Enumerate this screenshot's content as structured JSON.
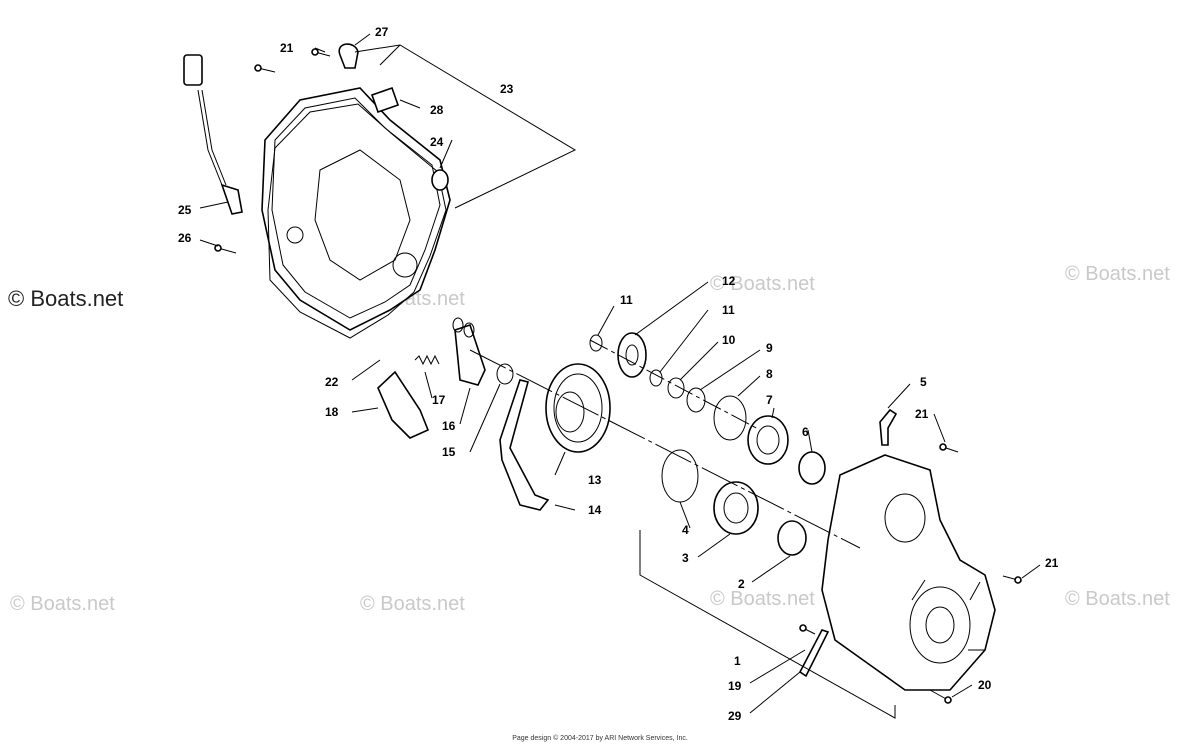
{
  "watermarks": {
    "main": "© Boats.net",
    "faint": "© Boats.net"
  },
  "footer": "Page design © 2004-2017 by ARI Network Services, Inc.",
  "callouts": {
    "c1": "1",
    "c2": "2",
    "c3": "3",
    "c4": "4",
    "c5": "5",
    "c6": "6",
    "c7": "7",
    "c8": "8",
    "c9": "9",
    "c10": "10",
    "c11a": "11",
    "c11b": "11",
    "c12": "12",
    "c13": "13",
    "c14": "14",
    "c15": "15",
    "c16": "16",
    "c17": "17",
    "c18": "18",
    "c19": "19",
    "c20": "20",
    "c21a": "21",
    "c21b": "21",
    "c21c": "21",
    "c22": "22",
    "c23": "23",
    "c24": "24",
    "c25": "25",
    "c26": "26",
    "c27": "27",
    "c28": "28",
    "c29": "29"
  }
}
